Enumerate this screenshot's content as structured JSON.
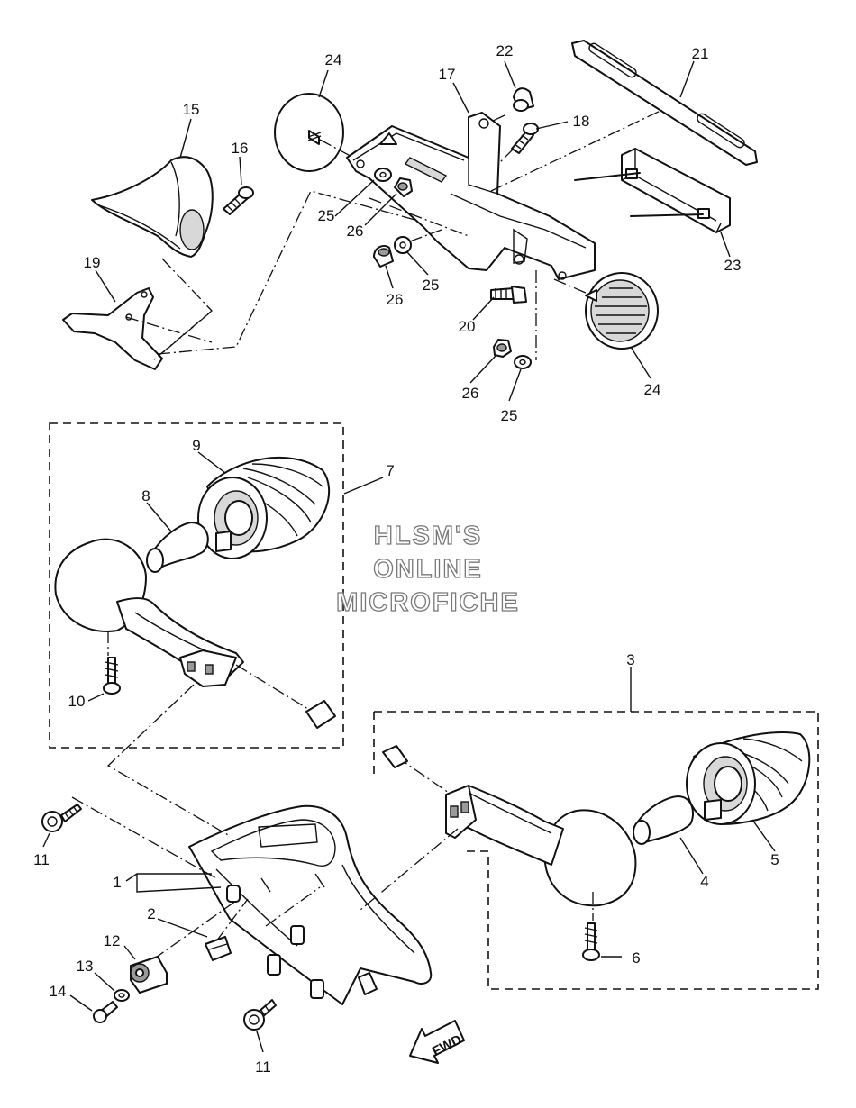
{
  "watermark": {
    "line1": "HLSM'S",
    "line2": "ONLINE",
    "line3": "MICROFICHE"
  },
  "direction_label": "FWD",
  "callouts": {
    "c1": "1",
    "c2": "2",
    "c3": "3",
    "c4": "4",
    "c5": "5",
    "c6": "6",
    "c7": "7",
    "c8": "8",
    "c9": "9",
    "c10": "10",
    "c11a": "11",
    "c11b": "11",
    "c12": "12",
    "c13": "13",
    "c14": "14",
    "c15": "15",
    "c16": "16",
    "c17": "17",
    "c18": "18",
    "c19": "19",
    "c20": "20",
    "c21": "21",
    "c22": "22",
    "c23": "23",
    "c24a": "24",
    "c24b": "24",
    "c25a": "25",
    "c25b": "25",
    "c25c": "25",
    "c26a": "26",
    "c26b": "26",
    "c26c": "26"
  }
}
